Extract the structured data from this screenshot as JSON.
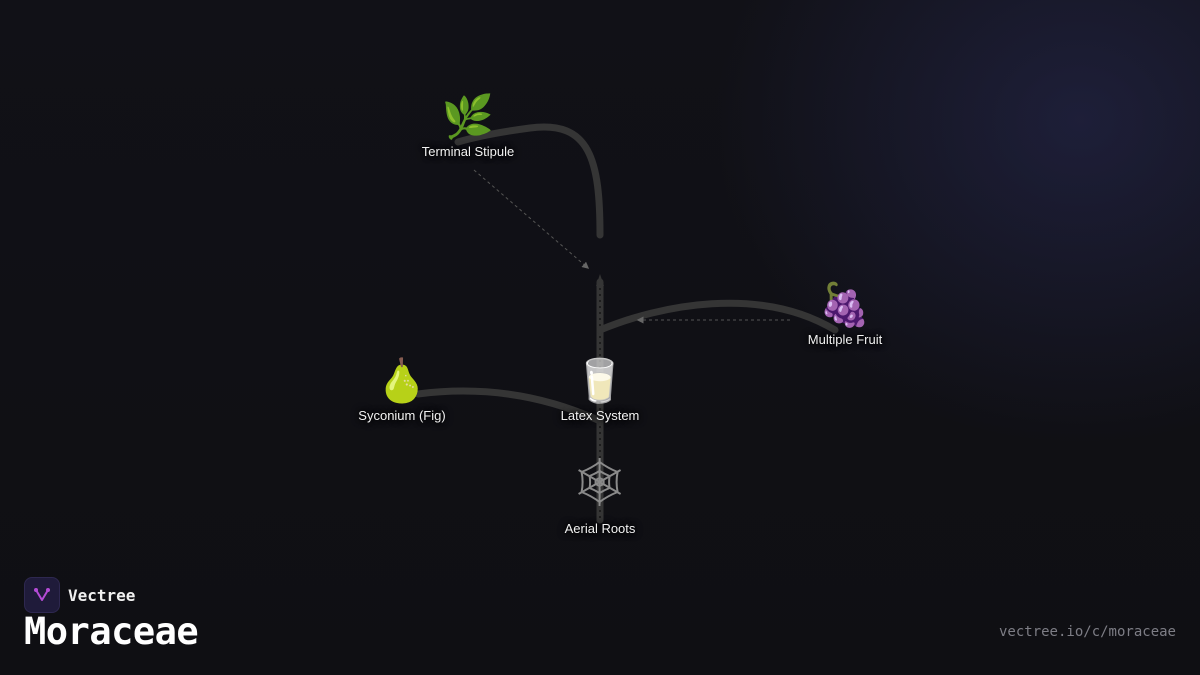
{
  "nodes": [
    {
      "id": "terminal-stipule",
      "label": "Terminal Stipule",
      "icon": "herb-icon",
      "emoji": "🌿"
    },
    {
      "id": "multiple-fruit",
      "label": "Multiple Fruit",
      "icon": "grapes-icon",
      "emoji": "🍇"
    },
    {
      "id": "syconium",
      "label": "Syconium (Fig)",
      "icon": "pear-icon",
      "emoji": "🍐"
    },
    {
      "id": "latex-system",
      "label": "Latex System",
      "icon": "glass-of-milk-icon",
      "emoji": "🥛"
    },
    {
      "id": "aerial-roots",
      "label": "Aerial Roots",
      "icon": "spider-web-icon",
      "emoji": "🕸"
    }
  ],
  "brand": {
    "name": "Vectree",
    "logo_icon": "vectree-logo-icon"
  },
  "title": "Moraceae",
  "url": "vectree.io/c/moraceae",
  "colors": {
    "background": "#111116",
    "branch": "#3a3a3a",
    "accent": "#b44bd6"
  }
}
